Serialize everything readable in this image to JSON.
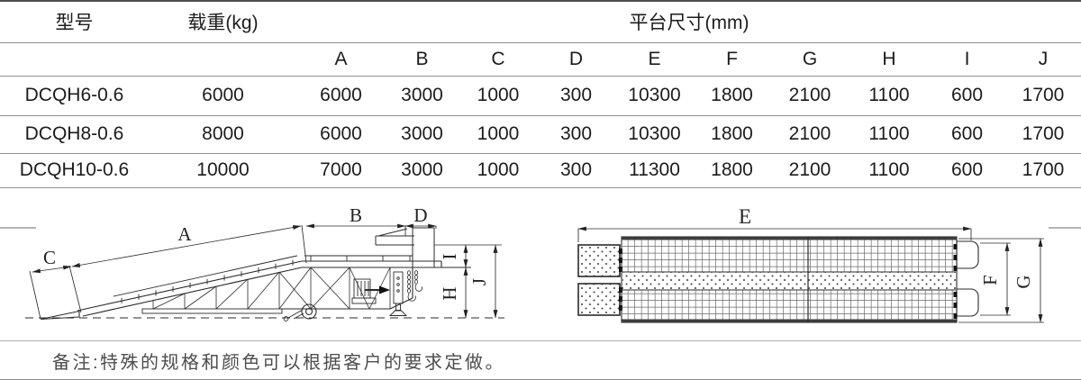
{
  "table": {
    "model_header": "型号",
    "load_header": "载重(kg)",
    "platform_header": "平台尺寸(mm)",
    "dim_columns": [
      "A",
      "B",
      "C",
      "D",
      "E",
      "F",
      "G",
      "H",
      "I",
      "J"
    ],
    "rows": [
      {
        "model": "DCQH6-0.6",
        "load": "6000",
        "dims": [
          "6000",
          "3000",
          "1000",
          "300",
          "10300",
          "1800",
          "2100",
          "1100",
          "600",
          "1700"
        ]
      },
      {
        "model": "DCQH8-0.6",
        "load": "8000",
        "dims": [
          "6000",
          "3000",
          "1000",
          "300",
          "10300",
          "1800",
          "2100",
          "1100",
          "600",
          "1700"
        ]
      },
      {
        "model": "DCQH10-0.6",
        "load": "10000",
        "dims": [
          "7000",
          "3000",
          "1000",
          "300",
          "11300",
          "1800",
          "2100",
          "1100",
          "600",
          "1700"
        ]
      }
    ]
  },
  "drawings": {
    "side_view": {
      "labels": {
        "a": "A",
        "b": "B",
        "c": "C",
        "d": "D",
        "h": "H",
        "i": "I",
        "j": "J"
      }
    },
    "top_view": {
      "labels": {
        "e": "E",
        "f": "F",
        "g": "G"
      }
    }
  },
  "note": {
    "text": "备注:特殊的规格和颜色可以根据客户的要求定做。"
  }
}
